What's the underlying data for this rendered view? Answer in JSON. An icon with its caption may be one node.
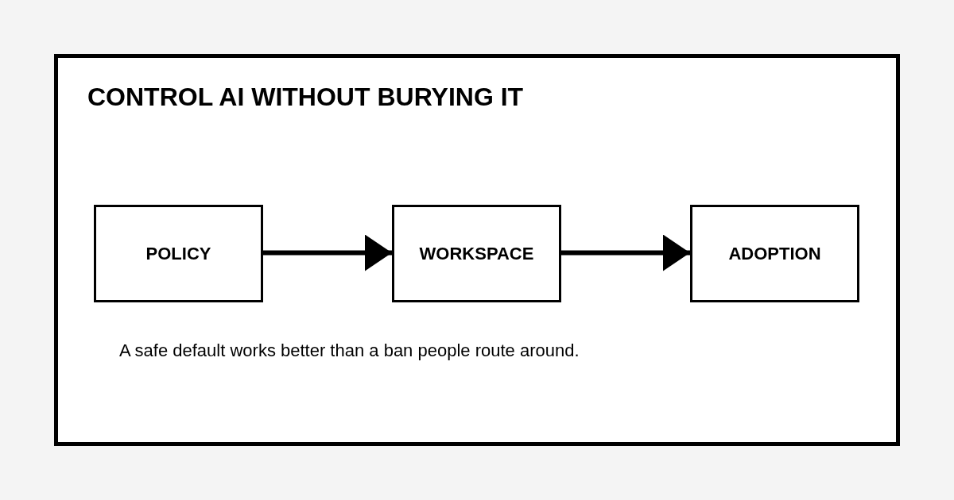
{
  "diagram": {
    "title": "CONTROL AI WITHOUT BURYING IT",
    "nodes": [
      {
        "text": [
          "POLICY"
        ]
      },
      {
        "text": [
          "WORKSPACE"
        ]
      },
      {
        "text": [
          "ADOPTION"
        ]
      }
    ],
    "edges": [
      {
        "from": 0,
        "to": 1,
        "arrow": "to"
      },
      {
        "from": 1,
        "to": 2,
        "arrow": "to"
      }
    ],
    "caption": "A safe default works better than a ban people route around."
  }
}
